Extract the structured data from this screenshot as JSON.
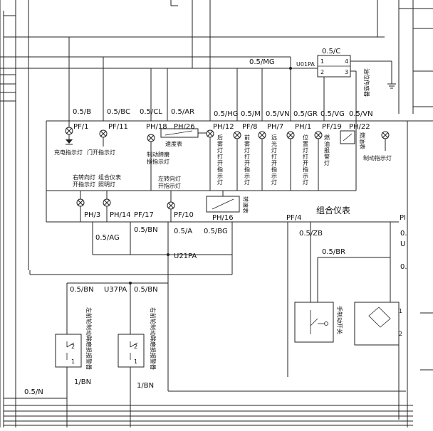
{
  "panel": {
    "title": "组合仪表"
  },
  "top": {
    "mg": "0.5/MG",
    "u01pa": "U01PA",
    "c": "0.5/C",
    "pin1": "1",
    "pin2": "2",
    "pin3": "3",
    "pin4": "4",
    "fuel_sensor": "油位传感器"
  },
  "wires": [
    {
      "id": "w-b",
      "label": "0.5/B"
    },
    {
      "id": "w-bc",
      "label": "0.5/BC"
    },
    {
      "id": "w-cl",
      "label": "0.5/CL"
    },
    {
      "id": "w-ar",
      "label": "0.5/AR"
    },
    {
      "id": "w-hg",
      "label": "0.5/HG"
    },
    {
      "id": "w-m",
      "label": "0.5/M"
    },
    {
      "id": "w-vn",
      "label": "0.5/VN"
    },
    {
      "id": "w-gr",
      "label": "0.5/GR"
    },
    {
      "id": "w-vg",
      "label": "0.5/VG"
    },
    {
      "id": "w-vn2",
      "label": "0.5/VN"
    }
  ],
  "pins": {
    "pf1": "PF/1",
    "pf11": "PF/11",
    "ph18": "PH/18",
    "ph26": "PH/26",
    "ph12": "PH/12",
    "pf8": "PF/8",
    "ph7": "PH/7",
    "ph1": "PH/1",
    "pf19": "PF/19",
    "ph22": "PH/22",
    "ph3": "PH/3",
    "ph14": "PH/14",
    "pf17": "PF/17",
    "pf10": "PF/10",
    "ph16": "PH/16",
    "pf4": "PF/4",
    "ph_edge": "PI"
  },
  "labels": {
    "charge": "充电指示灯",
    "door": "门开指示灯",
    "brake_wear": "制动蹄磨\n损指示灯",
    "speedometer": "速度表",
    "rear_fog": "后\n雾\n灯\n打\n开\n指\n示\n灯",
    "front_fog": "前\n雾\n灯\n打\n开\n指\n示\n灯",
    "high_beam": "远\n光\n灯\n打\n开\n指\n示\n灯",
    "position": "位\n置\n灯\n打\n开\n指\n示\n灯",
    "fuel_warn": "燃\n油\n报\n警\n灯",
    "fuel_gauge": "燃油表",
    "brake_ind": "制动指示灯",
    "right_turn": "右转向灯\n开指示灯",
    "combo_light": "组合仪表\n照明灯",
    "left_turn": "左转向灯\n开指示灯",
    "tacho": "转速表",
    "handbrake": "手制动开关"
  },
  "lower": {
    "ag": "0.5/AG",
    "bn1": "0.5/BN",
    "a": "0.5/A",
    "bg": "0.5/BG",
    "zb": "0.5/ZB",
    "br": "0.5/BR",
    "u21pa": "U21PA",
    "bn2": "0.5/BN",
    "u37pa": "U37PA",
    "bn3": "0.5/BN",
    "n": "0.5/N",
    "bn_l": "1/BN",
    "bn_r": "1/BN",
    "left_wear": "左前轮制动蹄磨损报警器",
    "right_wear": "右前轮制动蹄磨损报警器",
    "n2": "2",
    "n1": "1",
    "n2b": "2",
    "n1b": "1",
    "u_edge1": "0.",
    "u_edge2": "U",
    "u_edge3": "0.",
    "r1": "1",
    "r2": "2"
  }
}
